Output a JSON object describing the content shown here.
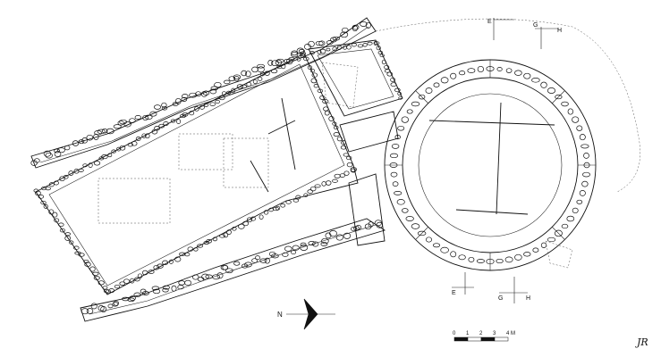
{
  "plan": {
    "section_markers": {
      "e_letter": "E",
      "g_letter": "G",
      "h_letter": "H"
    },
    "north_arrow": {
      "letter": "N"
    },
    "scale_bar": {
      "ticks": [
        "0",
        "1",
        "2",
        "3",
        "4 M"
      ]
    },
    "initials": "JR",
    "colors": {
      "ink": "#111111",
      "background": "#ffffff"
    }
  }
}
